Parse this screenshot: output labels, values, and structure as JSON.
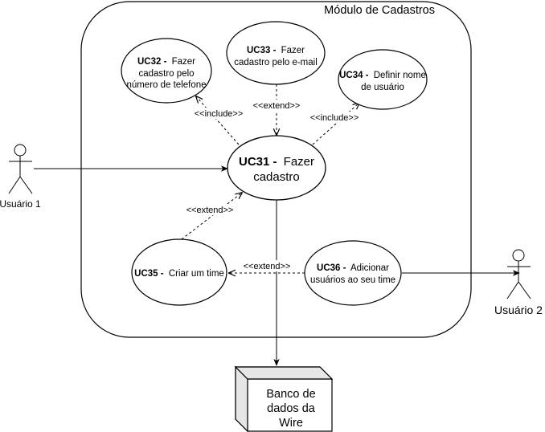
{
  "system": {
    "title": "Módulo de Cadastros"
  },
  "use_cases": {
    "uc31": {
      "id": "UC31 -",
      "text": "Fazer",
      "line2": "cadastro"
    },
    "uc32": {
      "id": "UC32 -",
      "text": "Fazer",
      "line2": "cadastro pelo",
      "line3": "número de telefone"
    },
    "uc33": {
      "id": "UC33 -",
      "text": "Fazer",
      "line2": "cadastro pelo e-mail"
    },
    "uc34": {
      "id": "UC34 -",
      "text": "Definir nome",
      "line2": "de usuário"
    },
    "uc35": {
      "id": "UC35 -",
      "text": "Criar um time"
    },
    "uc36": {
      "id": "UC36 -",
      "text": "Adicionar",
      "line2": "usuários ao seu time"
    }
  },
  "relations": {
    "uc31_uc32": "<<include>>",
    "uc33_uc31": "<<extend>>",
    "uc31_uc34": "<<include>>",
    "uc35_uc31": "<<extend>>",
    "uc36_uc35": "<<extend>>"
  },
  "actors": {
    "actor1": "Usuário 1",
    "actor2": "Usuário 2"
  },
  "database": {
    "line1": "Banco de",
    "line2": "dados da",
    "line3": "Wire"
  }
}
